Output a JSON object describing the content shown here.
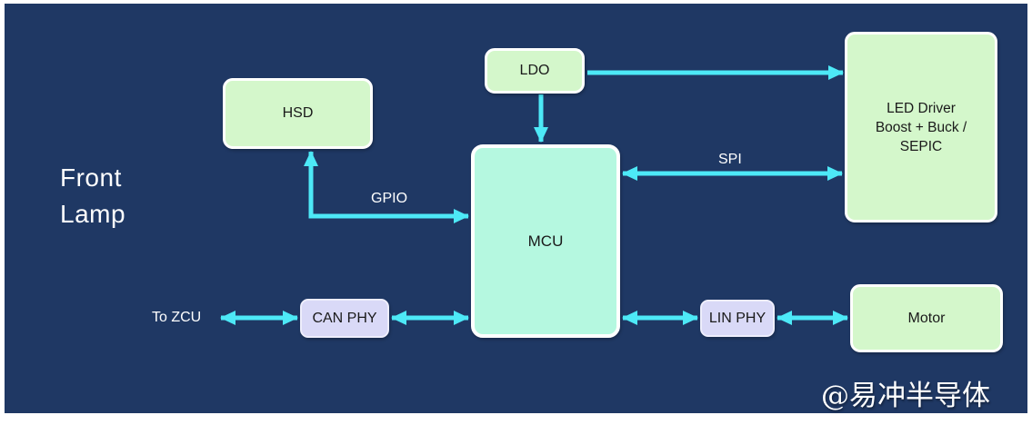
{
  "diagram": {
    "title": [
      "Front",
      "Lamp"
    ],
    "blocks": {
      "hsd": {
        "label": "HSD"
      },
      "ldo": {
        "label": "LDO"
      },
      "led_driver": {
        "lines": [
          "LED Driver",
          "Boost + Buck /",
          "SEPIC"
        ]
      },
      "mcu": {
        "label": "MCU"
      },
      "can_phy": {
        "label": "CAN PHY"
      },
      "lin_phy": {
        "label": "LIN PHY"
      },
      "motor": {
        "label": "Motor"
      }
    },
    "connector_labels": {
      "gpio": "GPIO",
      "spi": "SPI",
      "to_zcu": "To ZCU"
    },
    "watermark": "@易冲半导体",
    "colors": {
      "background": "#1f3864",
      "page_margin": "#ffffff",
      "block_green": "#d4f7cb",
      "block_mint": "#b5f8e0",
      "block_lavender": "#d9d9f7",
      "arrow_cyan": "#4de9f7",
      "text_light": "#ffffff",
      "text_dark": "#1a1a1a"
    }
  }
}
